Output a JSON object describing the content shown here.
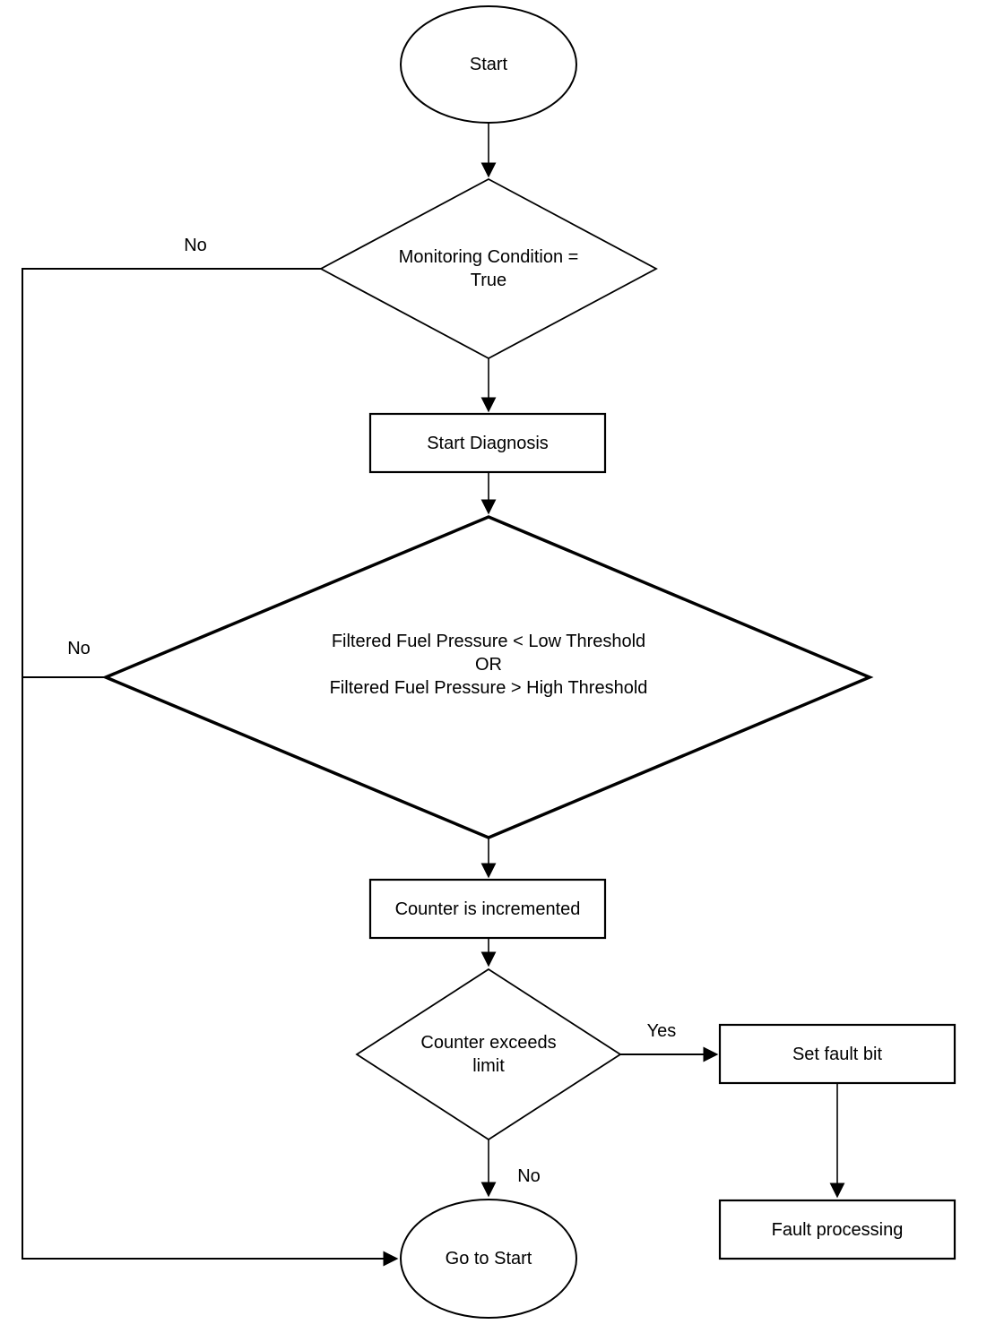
{
  "diagram": {
    "type": "flowchart",
    "nodes": {
      "start": {
        "shape": "terminator",
        "label": "Start"
      },
      "monitoring_condition": {
        "shape": "decision",
        "label": "Monitoring Condition =\nTrue"
      },
      "start_diagnosis": {
        "shape": "process",
        "label": "Start Diagnosis"
      },
      "pressure_check": {
        "shape": "decision",
        "label": "Filtered Fuel Pressure < Low Threshold\nOR\nFiltered Fuel Pressure > High Threshold"
      },
      "counter_incremented": {
        "shape": "process",
        "label": "Counter is incremented"
      },
      "counter_exceeds_limit": {
        "shape": "decision",
        "label": "Counter exceeds\nlimit"
      },
      "set_fault_bit": {
        "shape": "process",
        "label": "Set fault bit"
      },
      "fault_processing": {
        "shape": "process",
        "label": "Fault processing"
      },
      "go_to_start": {
        "shape": "terminator",
        "label": "Go to Start"
      }
    },
    "edge_labels": {
      "monitoring_no": "No",
      "pressure_no": "No",
      "counter_yes": "Yes",
      "counter_no": "No"
    },
    "colors": {
      "stroke": "#000000",
      "fill": "#ffffff",
      "background": "#ffffff"
    }
  }
}
